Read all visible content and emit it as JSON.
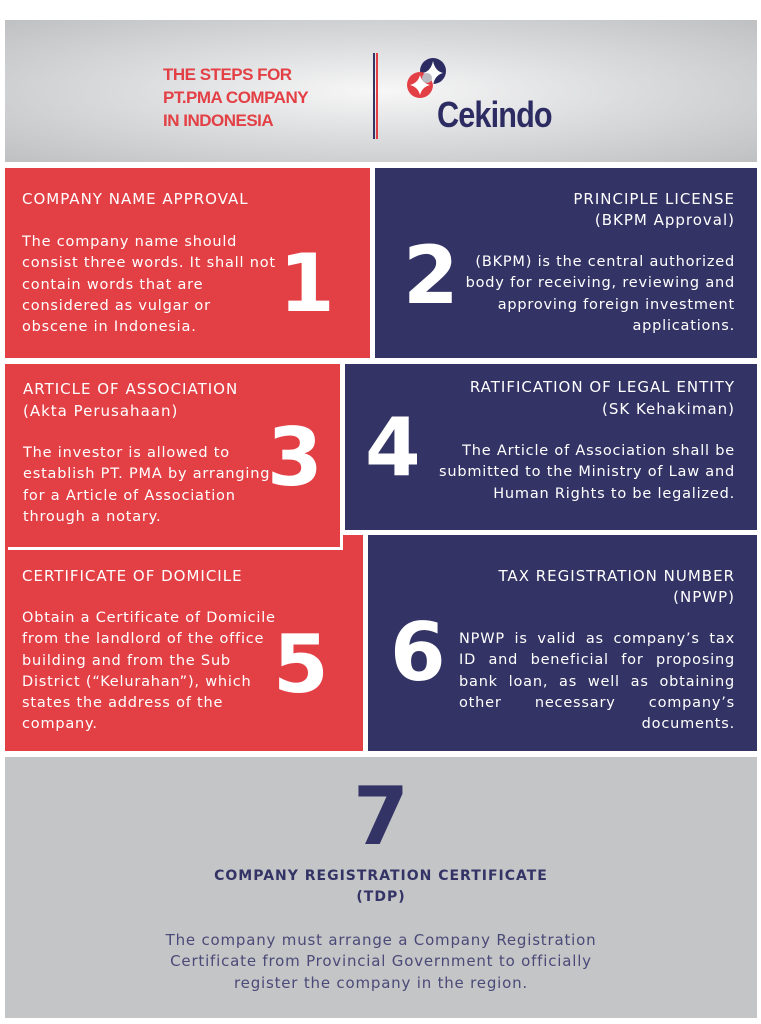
{
  "header": {
    "title_lines": [
      "THE STEPS FOR",
      "PT.PMA COMPANY",
      "IN INDONESIA"
    ],
    "brand": "Cekindo",
    "colors": {
      "red": "#e34046",
      "navy": "#333366",
      "gray": "#c4c5c7"
    }
  },
  "steps": [
    {
      "number": "1",
      "title": "COMPANY NAME APPROVAL",
      "subtitle": "",
      "body": "The company name should consist three words. It shall not contain words that are considered as vulgar or obscene in Indonesia."
    },
    {
      "number": "2",
      "title": "PRINCIPLE LICENSE",
      "subtitle": "(BKPM Approval)",
      "body": "(BKPM) is the central authorized body for receiving, reviewing and approving foreign investment applications."
    },
    {
      "number": "3",
      "title": "ARTICLE OF ASSOCIATION",
      "subtitle": "(Akta Perusahaan)",
      "body": "The investor is allowed to establish PT. PMA by arranging for a Article of Association through a notary."
    },
    {
      "number": "4",
      "title": "RATIFICATION OF LEGAL ENTITY",
      "subtitle": "(SK Kehakiman)",
      "body": "The Article of Association shall be submitted to the Ministry of Law and Human Rights to be legalized."
    },
    {
      "number": "5",
      "title": "CERTIFICATE OF DOMICILE",
      "subtitle": "",
      "body": "Obtain a Certificate of Domicile from the landlord of the office building and from the Sub District (“Kelurahan”), which states the address of the company."
    },
    {
      "number": "6",
      "title": "TAX REGISTRATION NUMBER",
      "subtitle": "(NPWP)",
      "body": "NPWP is valid as company’s tax ID and beneficial for proposing bank loan, as well as obtaining other necessary company’s documents."
    },
    {
      "number": "7",
      "title": "COMPANY REGISTRATION CERTIFICATE",
      "subtitle": "(TDP)",
      "body": "The company must arrange a Company Registration Certificate from Provincial Government to officially register the company in the region."
    }
  ]
}
